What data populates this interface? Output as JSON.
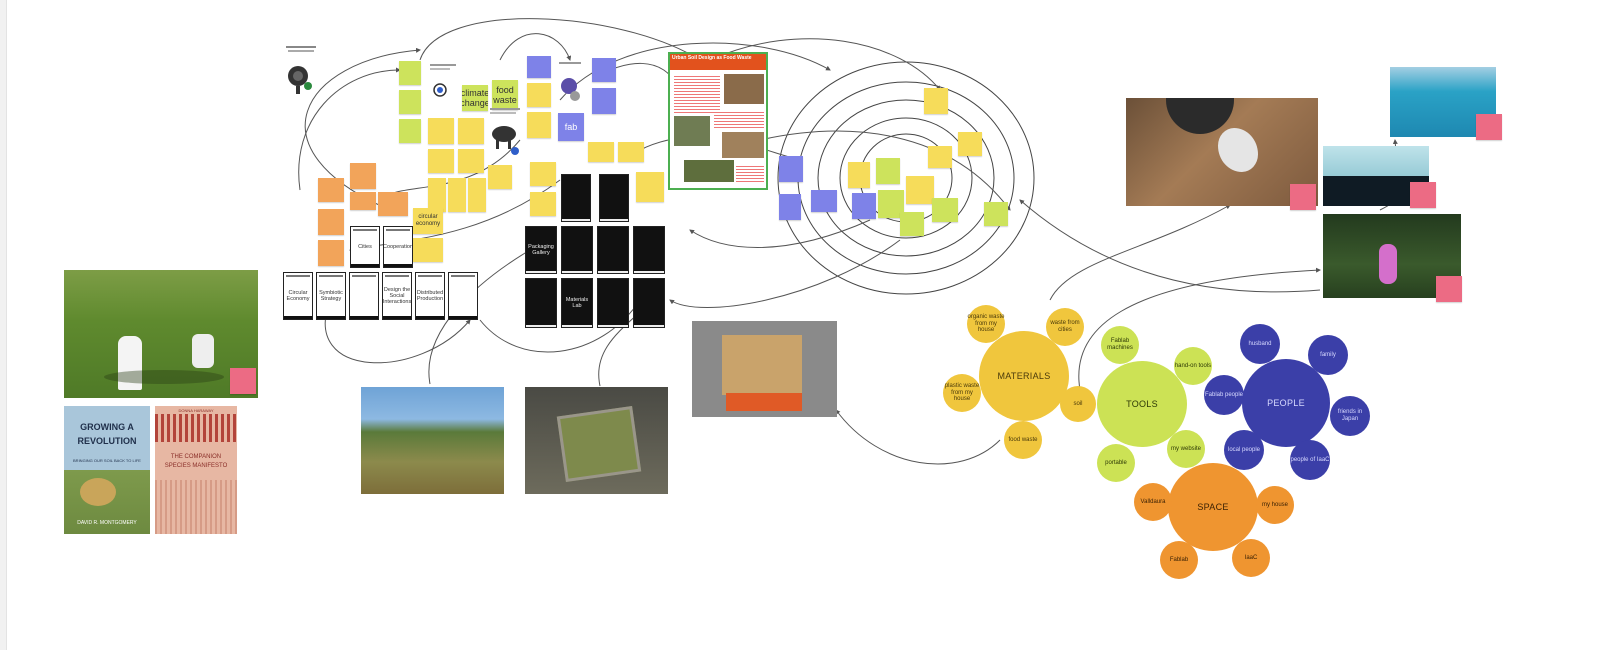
{
  "colors": {
    "sticky_yellow": "#f6dc5a",
    "sticky_green": "#cde35c",
    "sticky_orange": "#f2a45a",
    "sticky_blue": "#7e82e8",
    "sticky_pink": "#ec6b84",
    "materials": "#f0c63d",
    "tools": "#cce255",
    "people": "#3b3fa8",
    "space": "#ef9530",
    "frame_green": "#4caf50"
  },
  "board": {
    "top_stickies": [
      "climate change",
      "food waste",
      "fab"
    ],
    "left_stickies": [
      "circular economy"
    ],
    "card_labels": [
      "Cities",
      "Cooperation",
      "Circular Economy",
      "Symbiotic Strategy",
      "Design the Social Interactions",
      "Distributed Production"
    ],
    "dark_card_labels": [
      "Packaging Gallery",
      "Materials Lab"
    ],
    "bubbles": {
      "materials": {
        "center": "MATERIALS",
        "satellites": [
          "organic waste from my house",
          "waste from cities",
          "plastic waste from my house",
          "soil",
          "food waste"
        ]
      },
      "tools": {
        "center": "TOOLS",
        "satellites": [
          "Fablab machines",
          "hand-on tools",
          "my website",
          "portable"
        ]
      },
      "people": {
        "center": "PEOPLE",
        "satellites": [
          "husband",
          "family",
          "friends in Japan",
          "people of IaaC",
          "local people",
          "Fablab people"
        ]
      },
      "space": {
        "center": "SPACE",
        "satellites": [
          "Valldaura",
          "my house",
          "IaaC",
          "Fablab"
        ]
      }
    }
  },
  "books": {
    "book1": {
      "title_lines": [
        "GROWING A",
        "REVOLUTION"
      ],
      "subtitle": "BRINGING OUR SOIL BACK TO LIFE",
      "author": "DAVID R. MONTGOMERY"
    },
    "book2": {
      "title_lines": [
        "THE COMPANION",
        "SPECIES MANIFESTO"
      ],
      "author": "DONNA HARAWAY"
    }
  },
  "poster": {
    "title": "Urban Soil Design as Food Waste"
  }
}
